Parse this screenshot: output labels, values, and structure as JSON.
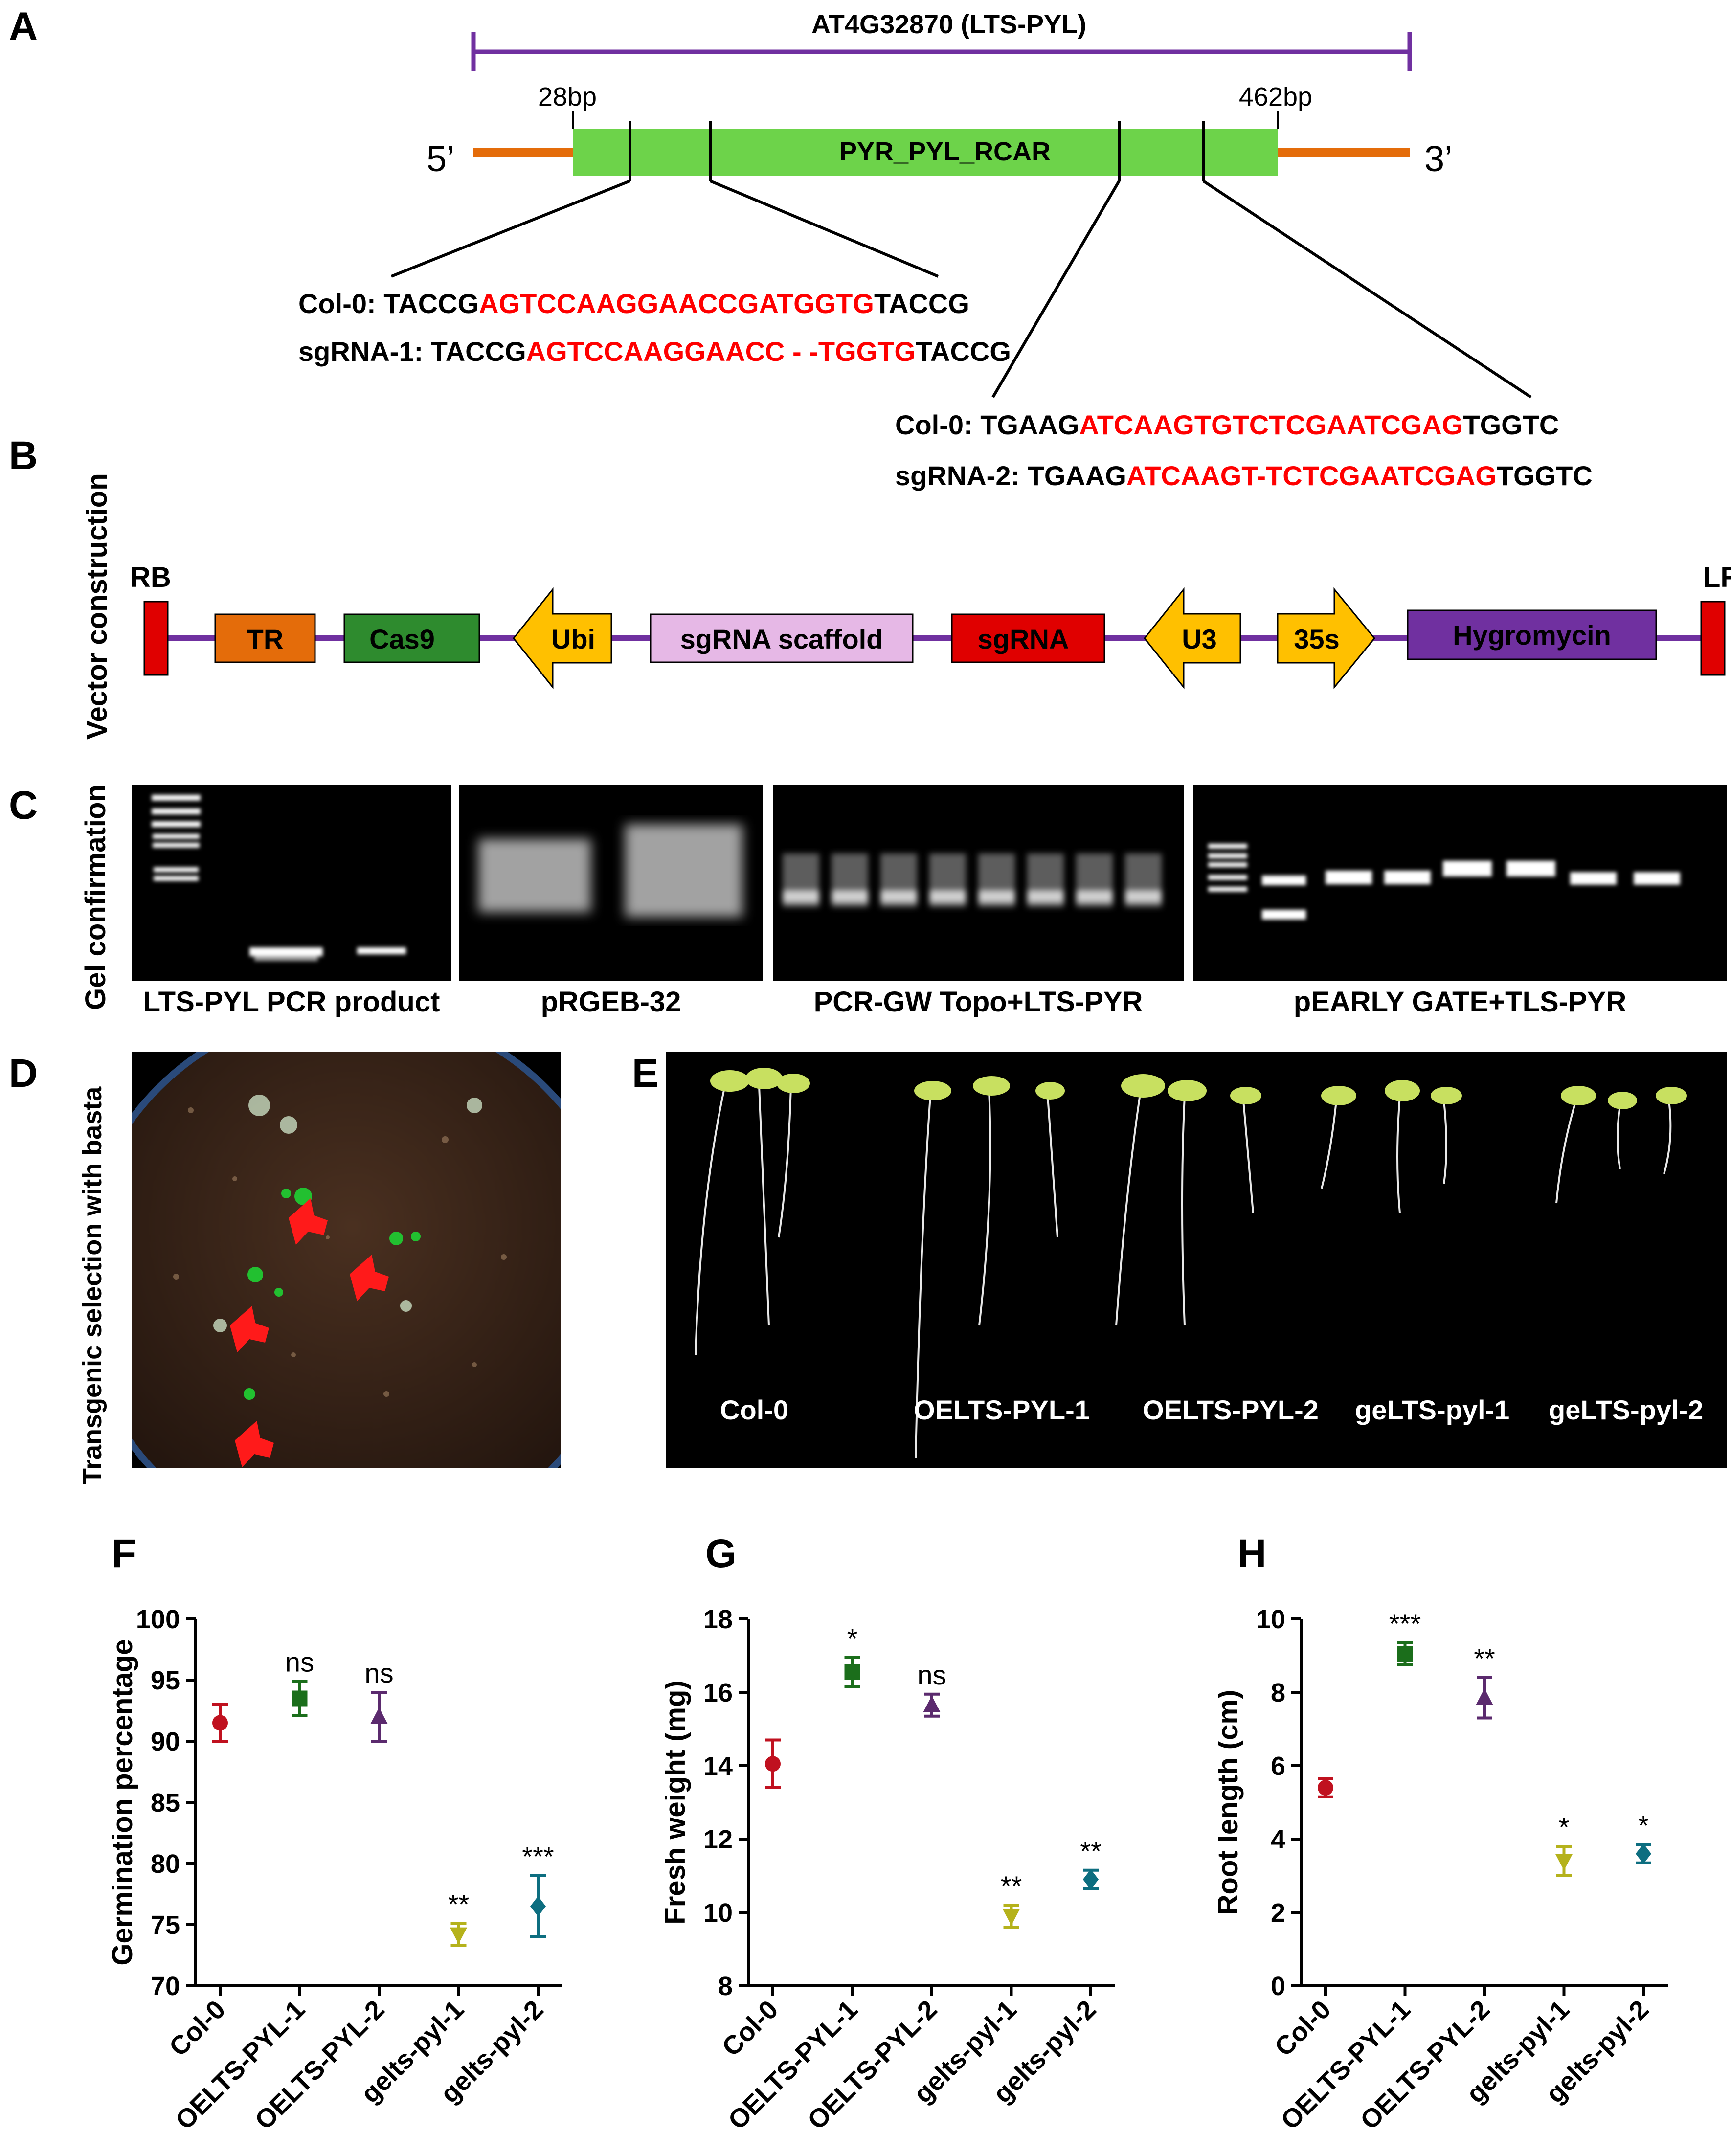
{
  "panels": {
    "A": "A",
    "B": "B",
    "C": "C",
    "D": "D",
    "E": "E",
    "F": "F",
    "G": "G",
    "H": "H"
  },
  "gene_diagram": {
    "gene_name": "AT4G32870 (LTS-PYL)",
    "start_label": "28bp",
    "end_label": "462bp",
    "domain_label": "PYR_PYL_RCAR",
    "five_prime": "5’",
    "three_prime": "3’",
    "colors": {
      "gene_bar": "#7030a0",
      "utr": "#e46c0a",
      "domain": "#6dd34a",
      "target": "#ff0000"
    },
    "site1": {
      "wt_label": "Col-0:",
      "wt_left": "TACCG",
      "wt_target": "AGTCCAAGGAACCGATGGTG",
      "wt_right": "TACCG",
      "mut_label": "sgRNA-1:",
      "mut_left": "TACCG",
      "mut_target": "AGTCCAAGGAACC - -TGGTG",
      "mut_right": "TACCG"
    },
    "site2": {
      "wt_label": "Col-0:",
      "wt_left": "TGAAG",
      "wt_target": "ATCAAGTGTCTCGAATCGAG",
      "wt_right": "TGGTC",
      "mut_label": "sgRNA-2:",
      "mut_left": "TGAAG",
      "mut_target": "ATCAAGT-TCTCGAATCGAG",
      "mut_right": "TGGTC"
    }
  },
  "vector": {
    "side_label": "Vector construction",
    "rb": "RB",
    "lr": "LR",
    "elements": [
      "TR",
      "Cas9",
      "Ubi",
      "sgRNA scaffold",
      "sgRNA",
      "U3",
      "35s",
      "Hygromycin"
    ],
    "colors": {
      "backbone": "#7030a0",
      "border": "#e00000",
      "tr": "#e46c0a",
      "cas9": "#2e8b2e",
      "arrow": "#ffc000",
      "scaffold": "#e6b8e6",
      "sgrna": "#e00000",
      "hygro": "#7030a0"
    }
  },
  "gels": {
    "side_label": "Gel confirmation",
    "captions": [
      "LTS-PYL PCR product",
      "pRGEB-32",
      "PCR-GW Topo+LTS-PYR",
      "pEARLY GATE+TLS-PYR"
    ]
  },
  "selection": {
    "side_label": "Transgenic selection with basta"
  },
  "seedlings": {
    "genotypes": [
      "Col-0",
      "OELTS-PYL-1",
      "OELTS-PYL-2",
      "geLTS-pyl-1",
      "geLTS-pyl-2"
    ]
  },
  "chart_data": [
    {
      "panel": "F",
      "type": "scatter",
      "categories": [
        "Col-0",
        "OELTS-PYL-1",
        "OELTS-PYL-2",
        "gelts-pyl-1",
        "gelts-pyl-2"
      ],
      "values": [
        91.5,
        93.5,
        92.0,
        74.2,
        76.5
      ],
      "errors": [
        1.5,
        1.4,
        2.0,
        0.9,
        2.5
      ],
      "significance": [
        "",
        "ns",
        "ns",
        "**",
        "***"
      ],
      "ylabel": "Germination percentage",
      "ylim": [
        70,
        100
      ],
      "yticks": [
        70,
        75,
        80,
        85,
        90,
        95,
        100
      ]
    },
    {
      "panel": "G",
      "type": "scatter",
      "categories": [
        "Col-0",
        "OELTS-PYL-1",
        "OELTS-PYL-2",
        "gelts-pyl-1",
        "gelts-pyl-2"
      ],
      "values": [
        14.05,
        16.55,
        15.65,
        9.9,
        10.9
      ],
      "errors": [
        0.65,
        0.4,
        0.3,
        0.3,
        0.25
      ],
      "significance": [
        "",
        "*",
        "ns",
        "**",
        "**"
      ],
      "ylabel": "Fresh weight (mg)",
      "ylim": [
        8,
        18
      ],
      "yticks": [
        8,
        10,
        12,
        14,
        16,
        18
      ]
    },
    {
      "panel": "H",
      "type": "scatter",
      "categories": [
        "Col-0",
        "OELTS-PYL-1",
        "OELTS-PYL-2",
        "gelts-pyl-1",
        "gelts-pyl-2"
      ],
      "values": [
        5.4,
        9.05,
        7.85,
        3.4,
        3.6
      ],
      "errors": [
        0.25,
        0.3,
        0.55,
        0.4,
        0.25
      ],
      "significance": [
        "",
        "***",
        "**",
        "*",
        "*"
      ],
      "ylabel": "Root length (cm)",
      "ylim": [
        0,
        10
      ],
      "yticks": [
        0,
        2,
        4,
        6,
        8,
        10
      ]
    }
  ],
  "series_colors": [
    "#c0111f",
    "#1b6e1b",
    "#5b2a6e",
    "#b5b21b",
    "#0d6e80"
  ],
  "series_markers": [
    "circle",
    "square",
    "triangle-up",
    "triangle-down",
    "diamond"
  ]
}
